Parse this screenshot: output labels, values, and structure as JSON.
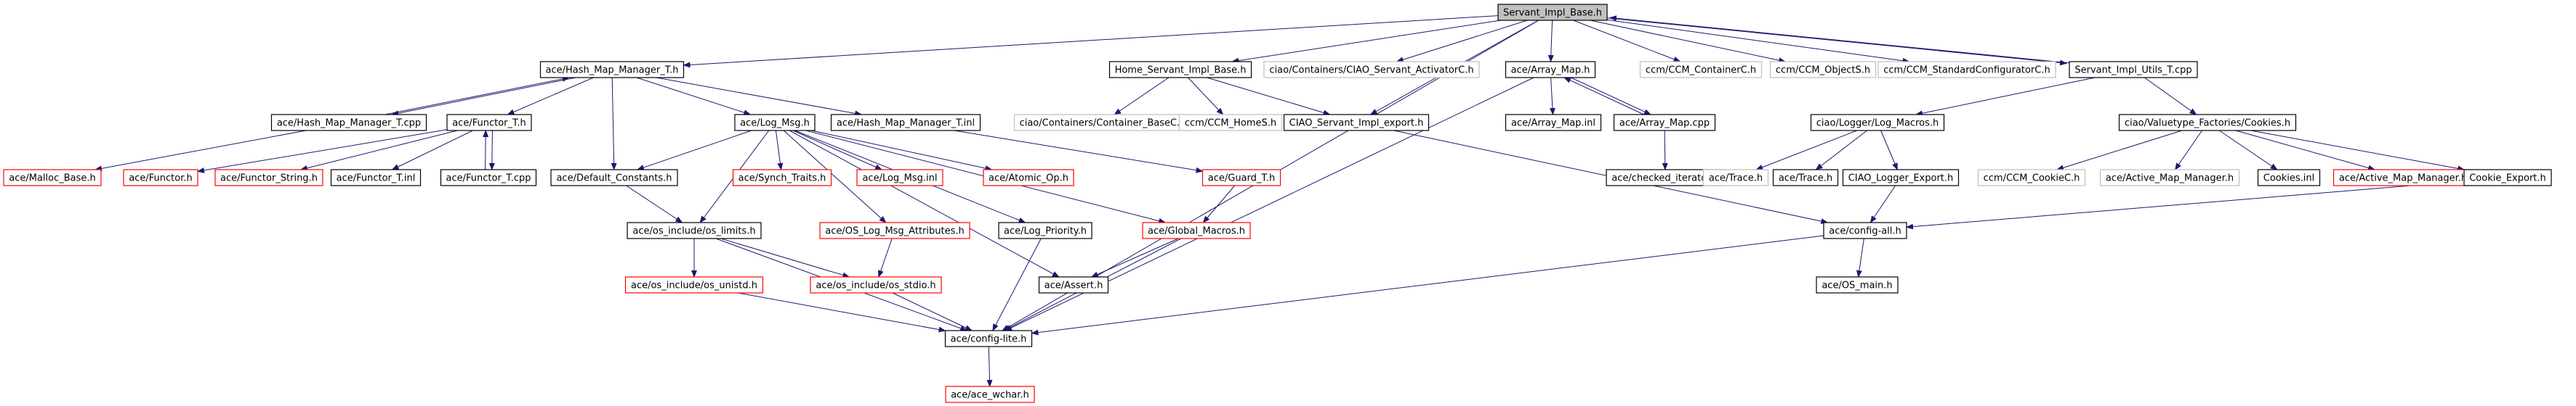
{
  "colors": {
    "root_fill": "#c0c0c0",
    "black_border": "#000000",
    "red_border": "#ff0000",
    "grey_border": "#bfbfbf",
    "edge_blue": "#191970",
    "edge_dark_red": "#a52a2a",
    "node_fill": "#ffffff",
    "text": "#000000"
  },
  "nodes": [
    {
      "id": "root",
      "label": "Servant_Impl_Base.h",
      "style": "root"
    },
    {
      "id": "hmm_t_h",
      "label": "ace/Hash_Map_Manager_T.h",
      "style": "black"
    },
    {
      "id": "home_servant",
      "label": "Home_Servant_Impl_Base.h",
      "style": "black"
    },
    {
      "id": "ciao_activator",
      "label": "ciao/Containers/CIAO_Servant_ActivatorC.h",
      "style": "grey"
    },
    {
      "id": "array_map_h",
      "label": "ace/Array_Map.h",
      "style": "black"
    },
    {
      "id": "ccm_container",
      "label": "ccm/CCM_ContainerC.h",
      "style": "grey"
    },
    {
      "id": "ccm_object",
      "label": "ccm/CCM_ObjectS.h",
      "style": "grey"
    },
    {
      "id": "ccm_stdconf",
      "label": "ccm/CCM_StandardConfiguratorC.h",
      "style": "grey"
    },
    {
      "id": "servant_utils",
      "label": "Servant_Impl_Utils_T.cpp",
      "style": "black"
    },
    {
      "id": "hmm_t_cpp",
      "label": "ace/Hash_Map_Manager_T.cpp",
      "style": "black"
    },
    {
      "id": "functor_t_h",
      "label": "ace/Functor_T.h",
      "style": "black"
    },
    {
      "id": "log_msg_h",
      "label": "ace/Log_Msg.h",
      "style": "black"
    },
    {
      "id": "hmm_t_inl",
      "label": "ace/Hash_Map_Manager_T.inl",
      "style": "black"
    },
    {
      "id": "container_base",
      "label": "ciao/Containers/Container_BaseC.h",
      "style": "grey"
    },
    {
      "id": "ccm_home",
      "label": "ccm/CCM_HomeS.h",
      "style": "grey"
    },
    {
      "id": "ciao_export",
      "label": "CIAO_Servant_Impl_export.h",
      "style": "black"
    },
    {
      "id": "array_map_inl",
      "label": "ace/Array_Map.inl",
      "style": "black"
    },
    {
      "id": "array_map_cpp",
      "label": "ace/Array_Map.cpp",
      "style": "black"
    },
    {
      "id": "log_macros",
      "label": "ciao/Logger/Log_Macros.h",
      "style": "black"
    },
    {
      "id": "cookies_h",
      "label": "ciao/Valuetype_Factories/Cookies.h",
      "style": "black"
    },
    {
      "id": "malloc_base",
      "label": "ace/Malloc_Base.h",
      "style": "red"
    },
    {
      "id": "functor_h",
      "label": "ace/Functor.h",
      "style": "red"
    },
    {
      "id": "functor_string",
      "label": "ace/Functor_String.h",
      "style": "red"
    },
    {
      "id": "functor_t_inl",
      "label": "ace/Functor_T.inl",
      "style": "black"
    },
    {
      "id": "functor_t_cpp",
      "label": "ace/Functor_T.cpp",
      "style": "black"
    },
    {
      "id": "default_constants",
      "label": "ace/Default_Constants.h",
      "style": "black"
    },
    {
      "id": "synch_traits",
      "label": "ace/Synch_Traits.h",
      "style": "red"
    },
    {
      "id": "log_msg_inl",
      "label": "ace/Log_Msg.inl",
      "style": "red"
    },
    {
      "id": "atomic_op",
      "label": "ace/Atomic_Op.h",
      "style": "red"
    },
    {
      "id": "guard_t",
      "label": "ace/Guard_T.h",
      "style": "red"
    },
    {
      "id": "checked_iterator",
      "label": "ace/checked_iterator.h",
      "style": "black"
    },
    {
      "id": "trace_grey",
      "label": "ace/Trace.h",
      "style": "grey"
    },
    {
      "id": "trace_h",
      "label": "ace/Trace.h",
      "style": "black"
    },
    {
      "id": "ciao_logger_export",
      "label": "CIAO_Logger_Export.h",
      "style": "black"
    },
    {
      "id": "ccm_cookie",
      "label": "ccm/CCM_CookieC.h",
      "style": "grey"
    },
    {
      "id": "active_map_grey",
      "label": "ace/Active_Map_Manager.h",
      "style": "grey"
    },
    {
      "id": "cookies_inl",
      "label": "Cookies.inl",
      "style": "black"
    },
    {
      "id": "active_map_red",
      "label": "ace/Active_Map_Manager.h",
      "style": "red"
    },
    {
      "id": "cookie_export",
      "label": "Cookie_Export.h",
      "style": "black"
    },
    {
      "id": "os_limits",
      "label": "ace/os_include/os_limits.h",
      "style": "black"
    },
    {
      "id": "os_log_attr",
      "label": "ace/OS_Log_Msg_Attributes.h",
      "style": "red"
    },
    {
      "id": "log_priority",
      "label": "ace/Log_Priority.h",
      "style": "black"
    },
    {
      "id": "global_macros",
      "label": "ace/Global_Macros.h",
      "style": "red"
    },
    {
      "id": "config_all",
      "label": "ace/config-all.h",
      "style": "black"
    },
    {
      "id": "os_unistd",
      "label": "ace/os_include/os_unistd.h",
      "style": "red"
    },
    {
      "id": "os_stdio",
      "label": "ace/os_include/os_stdio.h",
      "style": "red"
    },
    {
      "id": "assert_h",
      "label": "ace/Assert.h",
      "style": "black"
    },
    {
      "id": "os_main",
      "label": "ace/OS_main.h",
      "style": "black"
    },
    {
      "id": "config_lite",
      "label": "ace/config-lite.h",
      "style": "black"
    },
    {
      "id": "ace_wchar",
      "label": "ace/ace_wchar.h",
      "style": "red"
    }
  ],
  "edges": [
    [
      "root",
      "hmm_t_h"
    ],
    [
      "root",
      "home_servant"
    ],
    [
      "root",
      "ciao_activator"
    ],
    [
      "root",
      "array_map_h"
    ],
    [
      "root",
      "ccm_container"
    ],
    [
      "root",
      "ccm_object"
    ],
    [
      "root",
      "ccm_stdconf"
    ],
    [
      "root",
      "servant_utils"
    ],
    [
      "root",
      "ciao_export"
    ],
    [
      "root",
      "config_lite"
    ],
    [
      "servant_utils",
      "root"
    ],
    [
      "hmm_t_h",
      "hmm_t_cpp"
    ],
    [
      "hmm_t_h",
      "functor_t_h"
    ],
    [
      "hmm_t_h",
      "log_msg_h"
    ],
    [
      "hmm_t_h",
      "hmm_t_inl"
    ],
    [
      "hmm_t_h",
      "default_constants"
    ],
    [
      "hmm_t_cpp",
      "hmm_t_h"
    ],
    [
      "hmm_t_cpp",
      "malloc_base"
    ],
    [
      "functor_t_h",
      "functor_h"
    ],
    [
      "functor_t_h",
      "functor_string"
    ],
    [
      "functor_t_h",
      "functor_t_inl"
    ],
    [
      "functor_t_h",
      "functor_t_cpp"
    ],
    [
      "functor_t_cpp",
      "functor_t_h"
    ],
    [
      "log_msg_h",
      "default_constants"
    ],
    [
      "log_msg_h",
      "synch_traits"
    ],
    [
      "log_msg_h",
      "log_msg_inl"
    ],
    [
      "log_msg_h",
      "atomic_op"
    ],
    [
      "log_msg_h",
      "os_limits"
    ],
    [
      "log_msg_h",
      "os_log_attr"
    ],
    [
      "log_msg_h",
      "log_priority"
    ],
    [
      "log_msg_h",
      "assert_h"
    ],
    [
      "log_msg_h",
      "global_macros"
    ],
    [
      "hmm_t_inl",
      "guard_t"
    ],
    [
      "home_servant",
      "container_base"
    ],
    [
      "home_servant",
      "ccm_home"
    ],
    [
      "home_servant",
      "ciao_export"
    ],
    [
      "ciao_export",
      "config_all"
    ],
    [
      "array_map_h",
      "array_map_inl"
    ],
    [
      "array_map_h",
      "array_map_cpp"
    ],
    [
      "array_map_h",
      "config_lite"
    ],
    [
      "array_map_cpp",
      "array_map_h"
    ],
    [
      "array_map_cpp",
      "checked_iterator"
    ],
    [
      "servant_utils",
      "log_macros"
    ],
    [
      "servant_utils",
      "cookies_h"
    ],
    [
      "log_macros",
      "trace_grey"
    ],
    [
      "log_macros",
      "trace_h"
    ],
    [
      "log_macros",
      "ciao_logger_export"
    ],
    [
      "ciao_logger_export",
      "config_all"
    ],
    [
      "cookies_h",
      "ccm_cookie"
    ],
    [
      "cookies_h",
      "active_map_grey"
    ],
    [
      "cookies_h",
      "cookies_inl"
    ],
    [
      "cookies_h",
      "active_map_red"
    ],
    [
      "cookies_h",
      "cookie_export"
    ],
    [
      "cookie_export",
      "config_all"
    ],
    [
      "default_constants",
      "os_limits"
    ],
    [
      "os_limits",
      "os_unistd"
    ],
    [
      "os_limits",
      "os_stdio"
    ],
    [
      "os_limits",
      "config_lite"
    ],
    [
      "os_log_attr",
      "os_stdio"
    ],
    [
      "log_priority",
      "config_lite"
    ],
    [
      "guard_t",
      "global_macros"
    ],
    [
      "global_macros",
      "assert_h"
    ],
    [
      "global_macros",
      "config_lite"
    ],
    [
      "os_unistd",
      "config_lite"
    ],
    [
      "os_stdio",
      "config_lite"
    ],
    [
      "config_all",
      "os_main"
    ],
    [
      "config_all",
      "config_lite"
    ],
    [
      "config_lite",
      "ace_wchar"
    ]
  ]
}
